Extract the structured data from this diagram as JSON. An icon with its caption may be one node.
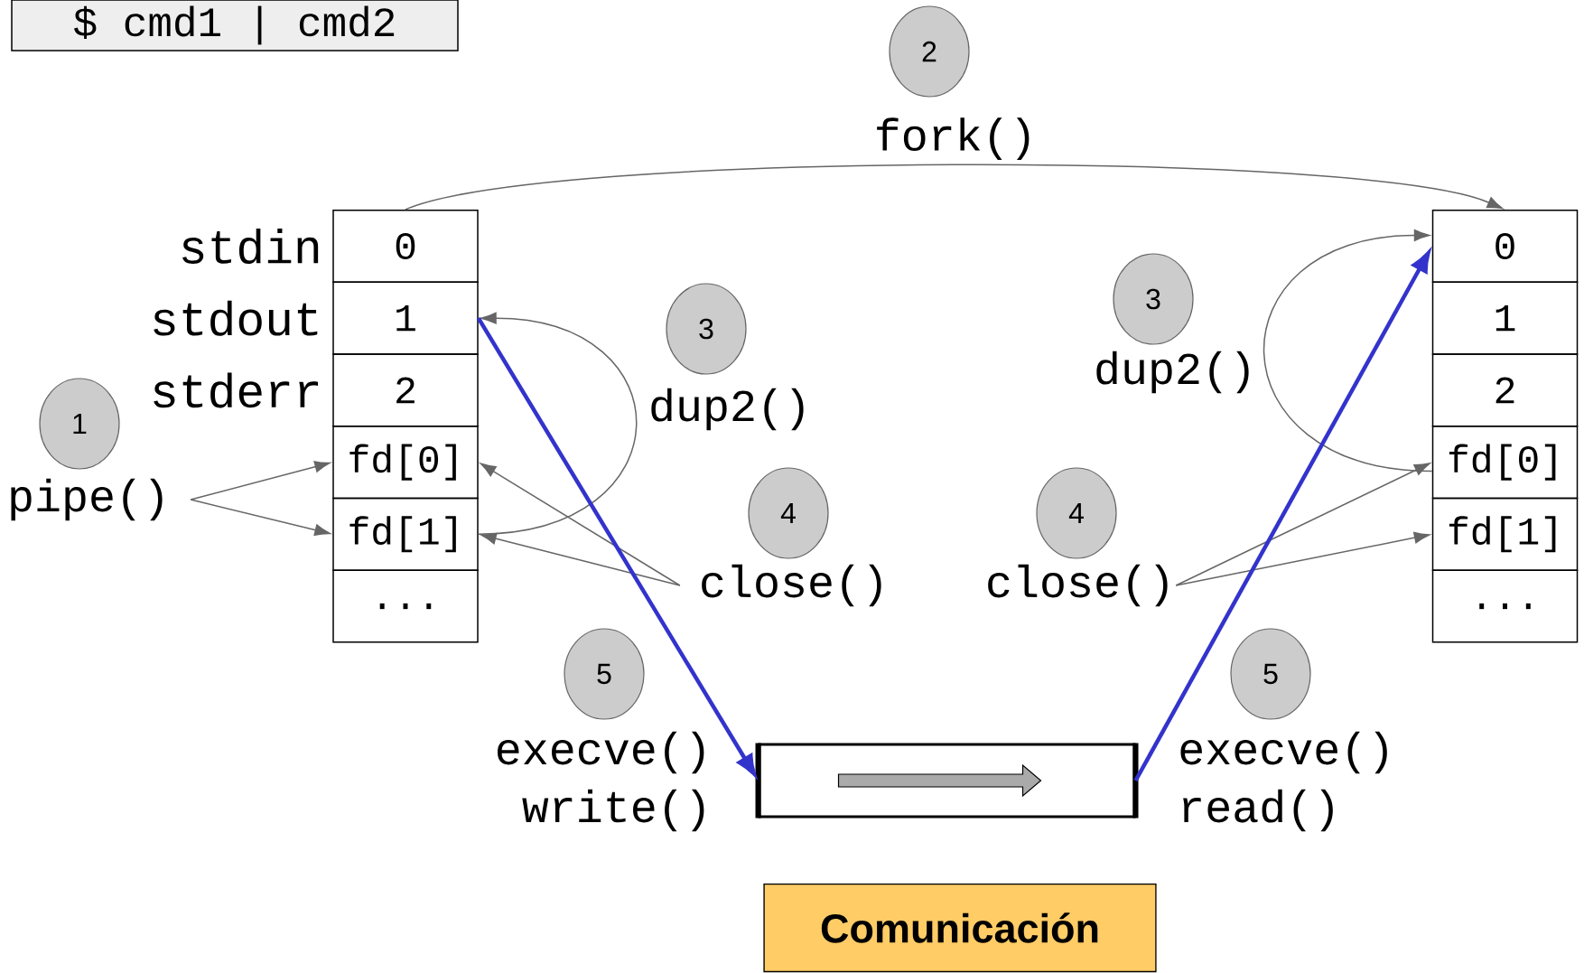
{
  "diagram": {
    "nodes": [
      {
        "text": [
          "$ cmd1 | cmd2"
        ]
      },
      {
        "text": [
          "2"
        ]
      },
      {
        "text": [
          "0"
        ],
        "beside": [
          "stdin"
        ]
      },
      {
        "text": [
          "1"
        ],
        "beside": [
          "stdout"
        ]
      },
      {
        "text": [
          "2"
        ],
        "beside": [
          "stderr"
        ]
      },
      {
        "text": [
          "fd[0]"
        ]
      },
      {
        "text": [
          "fd[1]"
        ]
      },
      {
        "text": [
          "..."
        ]
      },
      {
        "text": [
          "0"
        ]
      },
      {
        "text": [
          "1"
        ]
      },
      {
        "text": [
          "2"
        ]
      },
      {
        "text": [
          "fd[0]"
        ]
      },
      {
        "text": [
          "fd[1]"
        ]
      },
      {
        "text": [
          "..."
        ]
      },
      {
        "text": [
          "3"
        ],
        "beside": [
          "dup2()"
        ]
      },
      {
        "text": [
          "3"
        ],
        "beside": [
          "dup2()"
        ]
      },
      {
        "text": [
          "1"
        ]
      },
      {
        "text": [
          "pipe()"
        ]
      },
      {
        "text": [
          "4"
        ]
      },
      {
        "text": [
          "close()"
        ]
      },
      {
        "text": [
          "4"
        ]
      },
      {
        "text": [
          "close()"
        ]
      },
      {
        "text": [
          "5"
        ],
        "beside": [
          "execve()",
          "write()"
        ]
      },
      {
        "text": [
          "5"
        ],
        "beside": [
          "execve()",
          "read()"
        ]
      },
      {
        "text": [],
        "shape": "cylinder"
      },
      {
        "text": [
          "Comunicación"
        ]
      }
    ],
    "edges": [
      {
        "from": 2,
        "to": 8,
        "arrow": "to",
        "label": "fork()"
      },
      {
        "from": 6,
        "to": 3,
        "arrow": "to"
      },
      {
        "from": 11,
        "to": 8,
        "arrow": "to"
      },
      {
        "from": 17,
        "to": 5,
        "arrow": "to"
      },
      {
        "from": 17,
        "to": 6,
        "arrow": "to"
      },
      {
        "from": 19,
        "to": 5,
        "arrow": "to"
      },
      {
        "from": 19,
        "to": 6,
        "arrow": "to"
      },
      {
        "from": 21,
        "to": 11,
        "arrow": "to"
      },
      {
        "from": 21,
        "to": 12,
        "arrow": "to"
      },
      {
        "from": 3,
        "to": 24,
        "arrow": "to",
        "style": "thick",
        "color": "#3333cc"
      },
      {
        "from": 24,
        "to": 8,
        "arrow": "to",
        "style": "thick",
        "color": "#3333cc"
      }
    ]
  }
}
